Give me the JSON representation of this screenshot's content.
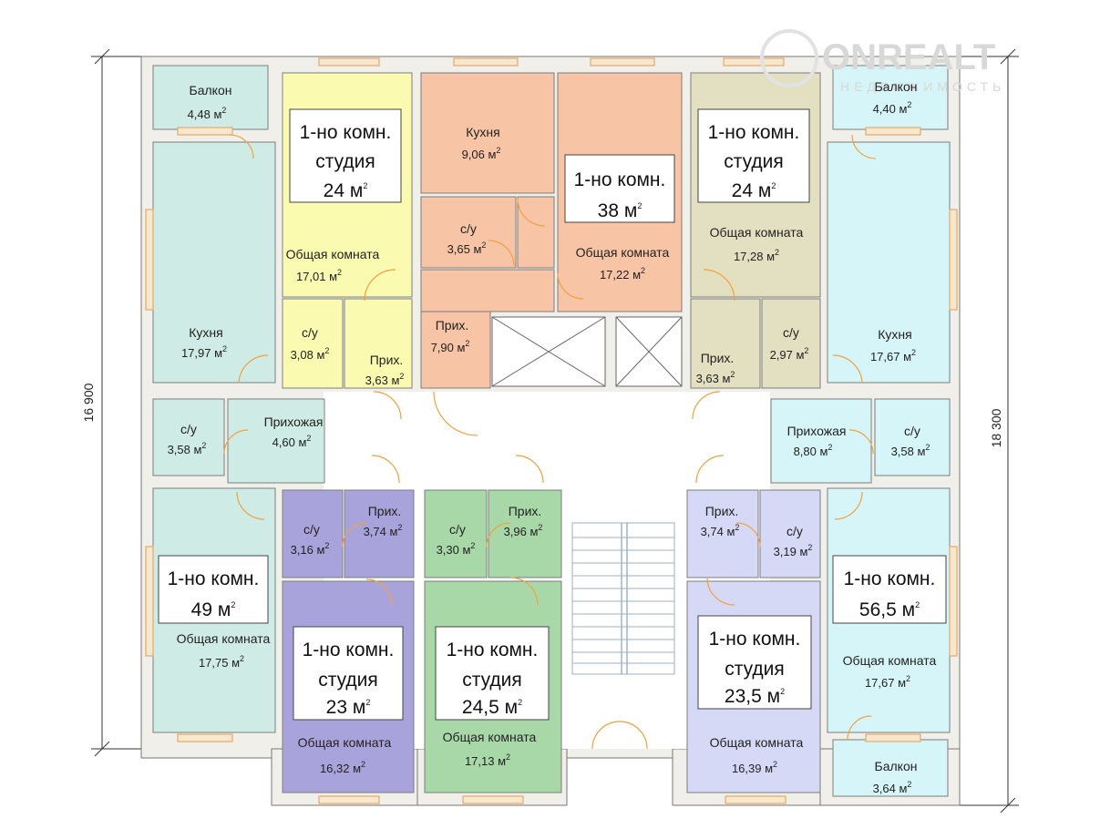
{
  "dimensions": {
    "left": "16 900",
    "right": "18 300"
  },
  "watermark": {
    "brand": "ONREALT",
    "tagline": "НЕДВИЖИМОСТЬ"
  },
  "area_unit": "м",
  "area_exp": "2",
  "colors": {
    "yellow": "#fafab0",
    "salmon": "#f8c4a6",
    "khaki": "#e2e0c0",
    "teal": "#cfebe6",
    "cyan": "#d6f5f8",
    "purple": "#a9a3dc",
    "green": "#a8d8a8",
    "lavender": "#d6d9f6",
    "corridor": "#ffffff"
  },
  "apartments": {
    "a1": {
      "l1": "1-но комн.",
      "l2": "студия",
      "area": "24 м"
    },
    "a2": {
      "l1": "1-но комн.",
      "area": "38 м"
    },
    "a3": {
      "l1": "1-но комн.",
      "l2": "студия",
      "area": "24 м"
    },
    "a4": {
      "l1": "1-но комн.",
      "area": "49 м"
    },
    "a5": {
      "l1": "1-но комн.",
      "l2": "студия",
      "area": "23 м"
    },
    "a6": {
      "l1": "1-но комн.",
      "l2": "студия",
      "area": "24,5 м"
    },
    "a7": {
      "l1": "1-но комн.",
      "l2": "студия",
      "area": "23,5 м"
    },
    "a8": {
      "l1": "1-но комн.",
      "area": "56,5 м"
    }
  },
  "rooms": {
    "balcony_tl": {
      "name": "Балкон",
      "area": "4,48 м"
    },
    "balcony_tr": {
      "name": "Балкон",
      "area": "4,40 м"
    },
    "balcony_br": {
      "name": "Балкон",
      "area": "3,64 м"
    },
    "kitchen_left": {
      "name": "Кухня",
      "area": "17,97 м"
    },
    "kitchen_right": {
      "name": "Кухня",
      "area": "17,67 м"
    },
    "kitchen_top": {
      "name": "Кухня",
      "area": "9,06 м"
    },
    "living_a1": {
      "name": "Общая комната",
      "area": "17,01 м"
    },
    "living_a2": {
      "name": "Общая комната",
      "area": "17,22 м"
    },
    "living_a3": {
      "name": "Общая комната",
      "area": "17,28 м"
    },
    "living_a4": {
      "name": "Общая комната",
      "area": "17,75 м"
    },
    "living_a5": {
      "name": "Общая комната",
      "area": "16,32 м"
    },
    "living_a6": {
      "name": "Общая комната",
      "area": "17,13 м"
    },
    "living_a7": {
      "name": "Общая комната",
      "area": "16,39 м"
    },
    "living_a8": {
      "name": "Общая комната",
      "area": "17,67 м"
    },
    "bath_a1": {
      "name": "с/у",
      "area": "3,08 м"
    },
    "bath_a2": {
      "name": "с/у",
      "area": "3,65 м"
    },
    "bath_a3": {
      "name": "с/у",
      "area": "2,97 м"
    },
    "bath_a4": {
      "name": "с/у",
      "area": "3,58 м"
    },
    "bath_a8": {
      "name": "с/у",
      "area": "3,58 м"
    },
    "bath_a5": {
      "name": "с/у",
      "area": "3,16 м"
    },
    "bath_a6": {
      "name": "с/у",
      "area": "3,30 м"
    },
    "bath_a7": {
      "name": "с/у",
      "area": "3,19 м"
    },
    "hall_a1": {
      "name": "Прих.",
      "area": "3,63 м"
    },
    "hall_a2": {
      "name": "Прих.",
      "area": "7,90 м"
    },
    "hall_a3": {
      "name": "Прих.",
      "area": "3,63 м"
    },
    "hall_a4": {
      "name": "Прихожая",
      "area": "4,60 м"
    },
    "hall_a8": {
      "name": "Прихожая",
      "area": "8,80 м"
    },
    "hall_a5": {
      "name": "Прих.",
      "area": "3,74 м"
    },
    "hall_a6": {
      "name": "Прих.",
      "area": "3,96 м"
    },
    "hall_a7": {
      "name": "Прих.",
      "area": "3,74 м"
    }
  }
}
